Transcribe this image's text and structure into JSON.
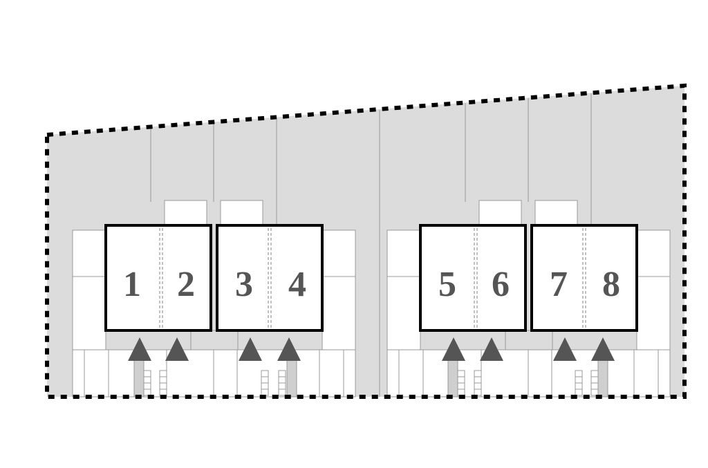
{
  "units": [
    {
      "label": "1"
    },
    {
      "label": "2"
    },
    {
      "label": "3"
    },
    {
      "label": "4"
    },
    {
      "label": "5"
    },
    {
      "label": "6"
    },
    {
      "label": "7"
    },
    {
      "label": "8"
    }
  ],
  "colors": {
    "site_fill": "#dcdcdc",
    "boundary": "#000000",
    "line": "#999999",
    "arrow": "#555555",
    "label": "#555555",
    "white": "#ffffff"
  }
}
